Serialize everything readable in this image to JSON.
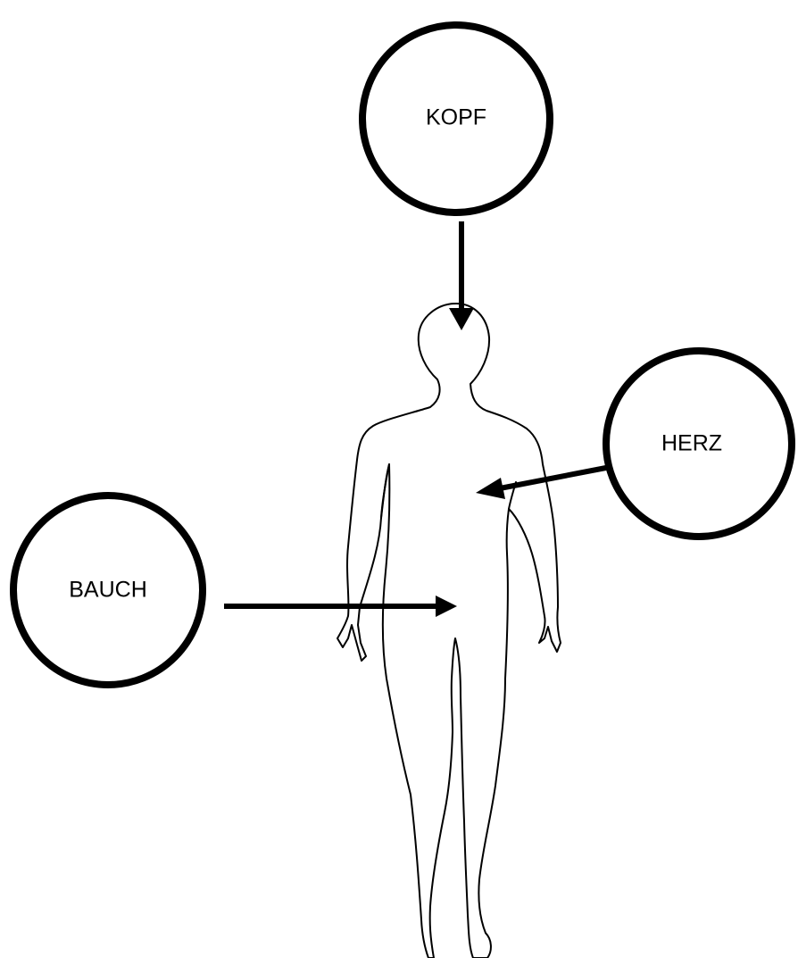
{
  "diagram": {
    "labels": {
      "head": "KOPF",
      "heart": "HERZ",
      "belly": "BAUCH"
    },
    "colors": {
      "stroke": "#000000",
      "background": "#ffffff"
    }
  }
}
